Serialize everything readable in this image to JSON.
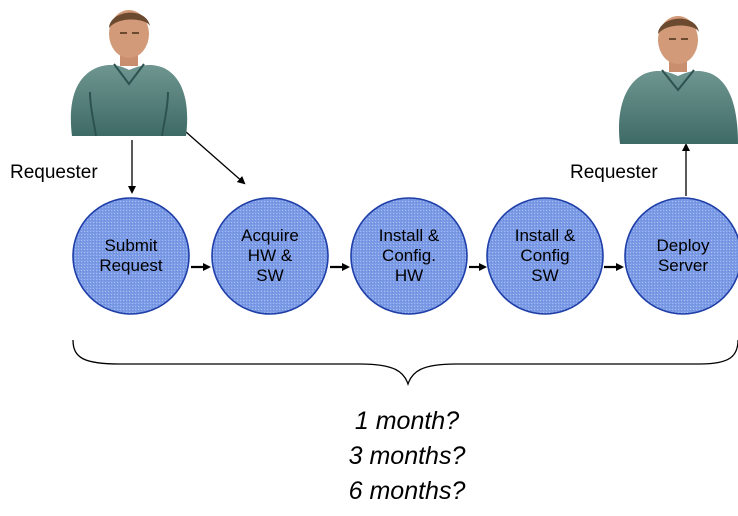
{
  "labels": {
    "left": "Requester",
    "right": "Requester"
  },
  "steps": [
    {
      "text": "Submit\nRequest"
    },
    {
      "text": "Acquire\nHW &\nSW"
    },
    {
      "text": "Install &\nConfig.\nHW"
    },
    {
      "text": "Install &\nConfig\nSW"
    },
    {
      "text": "Deploy\nServer"
    }
  ],
  "durations": [
    "1 month?",
    "3 months?",
    "6 months?"
  ],
  "colors": {
    "node_fill": "#7C9BE6",
    "node_stroke": "#1F3FA8",
    "node_texture": "#9FB4F0",
    "arrow": "#000000"
  },
  "icons": {
    "person": "person-photo-icon"
  }
}
